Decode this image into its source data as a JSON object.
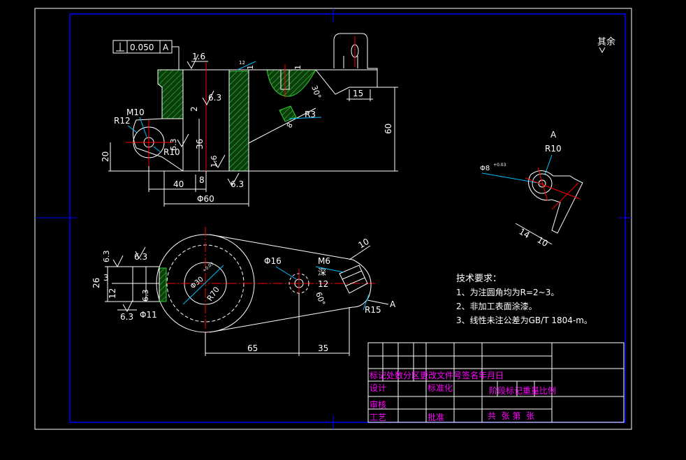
{
  "colors": {
    "background": "#000000",
    "frame": "#0000ff",
    "outline": "#ffffff",
    "dimension": "#ffffff",
    "centerline": "#ff0000",
    "leader": "#00c0ff",
    "hatch": "#33cc33",
    "title_text": "#ff00ff",
    "title_lines": "#ffffff"
  },
  "labels": {
    "roughness_other": "其余",
    "tolerance_value": "0.050",
    "datum_ref": "A",
    "rough_1_6_top": "1.6",
    "rough_6_3_a": "6.3",
    "rough_6_3_b": "6.3",
    "rough_6_3_c": "6.3",
    "rough_1_6_side": "1.6",
    "dim_2": "2",
    "dim_36": "36",
    "dim_8": "8",
    "dim_1_a": "1",
    "dim_1_b": "1",
    "dim_12_small": "12",
    "dim_30deg": "30°",
    "dim_15": "15",
    "dim_60": "60",
    "dim_20": "20",
    "dim_40": "40",
    "dim_phi60": "Φ60",
    "m10": "M10",
    "r12": "R12",
    "r10": "R10",
    "r3": "R3",
    "dim_8_small": "8",
    "aux_a": "A",
    "aux_r10": "R10",
    "aux_phi8": "Φ8",
    "aux_phi8_tol": "+0.03",
    "aux_14": "14",
    "aux_10": "10",
    "top_6_3": "6.3",
    "top_6_3_b": "6.3",
    "top_6_3_c": "6.3",
    "top_6_3_d": "6.3",
    "dim_26": "26",
    "dim_3": "3",
    "dim_12": "12",
    "phi11": "Φ11",
    "phi30": "Φ30",
    "phi30_tol": "+0.03",
    "r70": "R70",
    "phi16": "Φ16",
    "m6": "M6",
    "deep": "深",
    "deep_12": "12",
    "deg_60": "60°",
    "dim_10_top": "10",
    "r15": "R15",
    "a_bottom": "A",
    "dim_65": "65",
    "dim_35": "35"
  },
  "tech_requirements": {
    "heading": "技术要求：",
    "items": [
      "1、为注圆角均为R=2~3。",
      "2、非加工表面涂漆。",
      "3、线性未注公差为GB/T 1804-m。"
    ]
  },
  "title_block": {
    "row_mark": "标记处数分区更改文件号签名年月日",
    "design": "设计",
    "standardize": "标准化",
    "stage_mark": "阶段标记重量比例",
    "review": "审核",
    "process": "工艺",
    "approve": "批准",
    "sheets": "共  张 第  张"
  }
}
